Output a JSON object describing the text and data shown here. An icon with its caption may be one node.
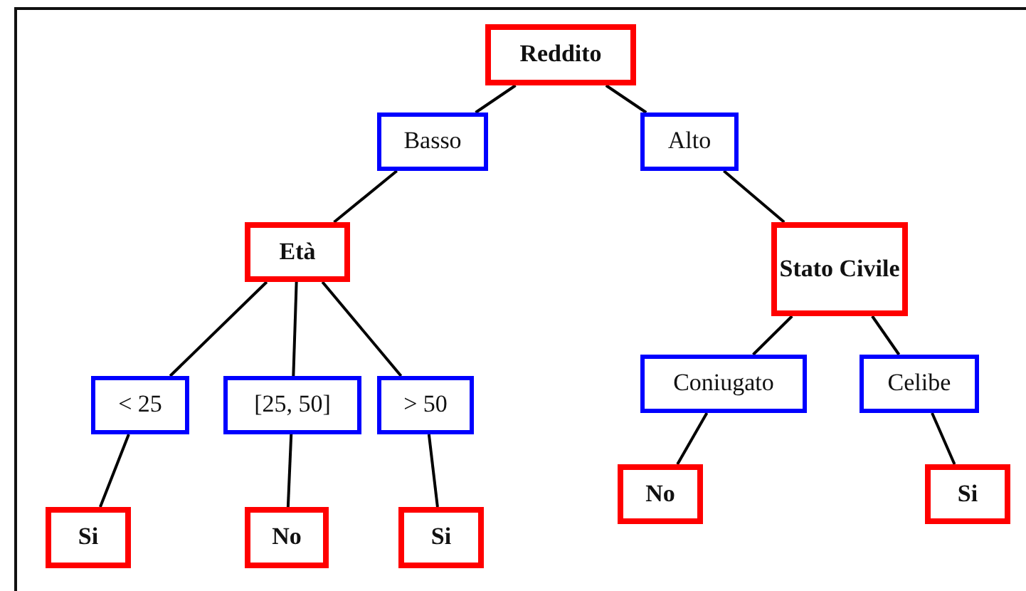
{
  "diagram": {
    "nodes": [
      {
        "text": [
          "Reddito"
        ]
      },
      {
        "text": [
          "Basso"
        ]
      },
      {
        "text": [
          "Alto"
        ]
      },
      {
        "text": [
          "Età"
        ]
      },
      {
        "text": [
          "Stato Civile"
        ]
      },
      {
        "text": [
          "< 25"
        ]
      },
      {
        "text": [
          "[25, 50]"
        ]
      },
      {
        "text": [
          "> 50"
        ]
      },
      {
        "text": [
          "Coniugato"
        ]
      },
      {
        "text": [
          "Celibe"
        ]
      },
      {
        "text": [
          "Si"
        ]
      },
      {
        "text": [
          "No"
        ]
      },
      {
        "text": [
          "Si"
        ]
      },
      {
        "text": [
          "No"
        ]
      },
      {
        "text": [
          "Si"
        ]
      }
    ],
    "edges": [
      {
        "from": 0,
        "to": 1,
        "arrow": "none"
      },
      {
        "from": 0,
        "to": 2,
        "arrow": "none"
      },
      {
        "from": 1,
        "to": 3,
        "arrow": "none"
      },
      {
        "from": 2,
        "to": 4,
        "arrow": "none"
      },
      {
        "from": 3,
        "to": 5,
        "arrow": "none"
      },
      {
        "from": 3,
        "to": 6,
        "arrow": "none"
      },
      {
        "from": 3,
        "to": 7,
        "arrow": "none"
      },
      {
        "from": 4,
        "to": 8,
        "arrow": "none"
      },
      {
        "from": 4,
        "to": 9,
        "arrow": "none"
      },
      {
        "from": 5,
        "to": 10,
        "arrow": "none"
      },
      {
        "from": 6,
        "to": 11,
        "arrow": "none"
      },
      {
        "from": 7,
        "to": 12,
        "arrow": "none"
      },
      {
        "from": 8,
        "to": 13,
        "arrow": "none"
      },
      {
        "from": 9,
        "to": 14,
        "arrow": "none"
      }
    ]
  }
}
